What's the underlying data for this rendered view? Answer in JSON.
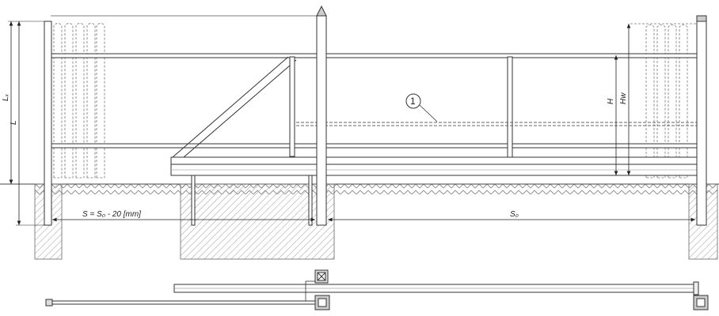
{
  "labels": {
    "lx": "Lₓ",
    "l": "L",
    "h": "H",
    "hw": "Hw",
    "s_formula": "S = S₀ - 20 [mm]",
    "s0": "S₀",
    "callout_1": "1"
  }
}
